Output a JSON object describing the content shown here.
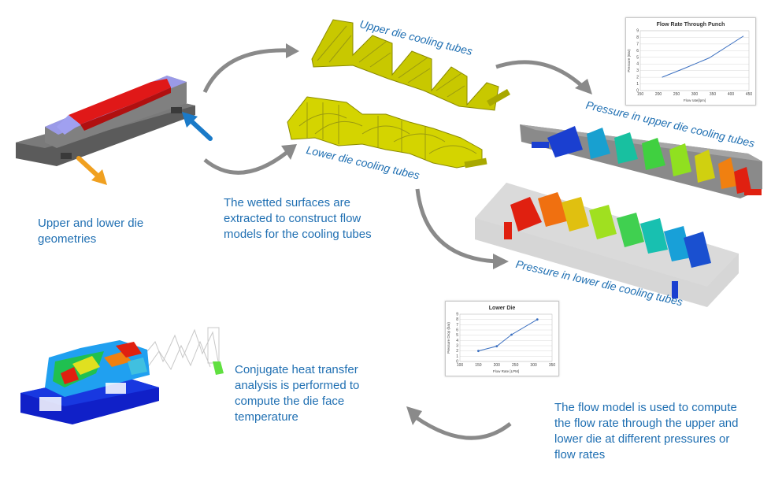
{
  "captions": {
    "geometries": "Upper and lower die geometries",
    "wetted": "The wetted surfaces are extracted to construct flow models for the cooling tubes",
    "conjugate": "Conjugate heat transfer analysis is performed to compute the die face temperature",
    "flow_model": "The flow model is used to compute the flow rate through the upper and lower die at different pressures or flow rates"
  },
  "labels": {
    "upper_tubes": "Upper die cooling tubes",
    "lower_tubes": "Lower die cooling tubes",
    "pressure_upper": "Pressure in upper die cooling tubes",
    "pressure_lower": "Pressure in lower die cooling tubes"
  },
  "colors": {
    "caption_blue": "#1f6fb2",
    "tube_yellow": "#c8c800",
    "arrow_gray": "#8a8a8a",
    "orange_arrow": "#f0a020",
    "blue_arrow": "#1a7ac8"
  },
  "chart_data": [
    {
      "type": "line",
      "title": "Flow Rate Through Punch",
      "xlabel": "Flow rate[lpm]",
      "ylabel": "Pressure (Bar)",
      "xlim": [
        150,
        450
      ],
      "ylim": [
        0,
        9
      ],
      "x_ticks": [
        "150",
        "200",
        "250",
        "300",
        "350",
        "400",
        "450"
      ],
      "y_ticks": [
        "0",
        "1",
        "2",
        "3",
        "4",
        "5",
        "6",
        "7",
        "8",
        "9"
      ],
      "x": [
        210,
        270,
        340,
        435
      ],
      "y": [
        2.0,
        3.3,
        4.9,
        8.2
      ],
      "markers": false,
      "grid": true
    },
    {
      "type": "line",
      "title": "Lower Die",
      "xlabel": "Flow Rate [LPM]",
      "ylabel": "Pressure Drop (bar)",
      "xlim": [
        100,
        350
      ],
      "ylim": [
        0,
        9
      ],
      "x_ticks": [
        "100",
        "150",
        "200",
        "250",
        "300",
        "350"
      ],
      "y_ticks": [
        "0",
        "1",
        "2",
        "3",
        "4",
        "5",
        "6",
        "7",
        "8",
        "9"
      ],
      "x": [
        150,
        200,
        240,
        310
      ],
      "y": [
        2.0,
        2.9,
        5.1,
        8.0
      ],
      "markers": true,
      "grid": true
    }
  ]
}
